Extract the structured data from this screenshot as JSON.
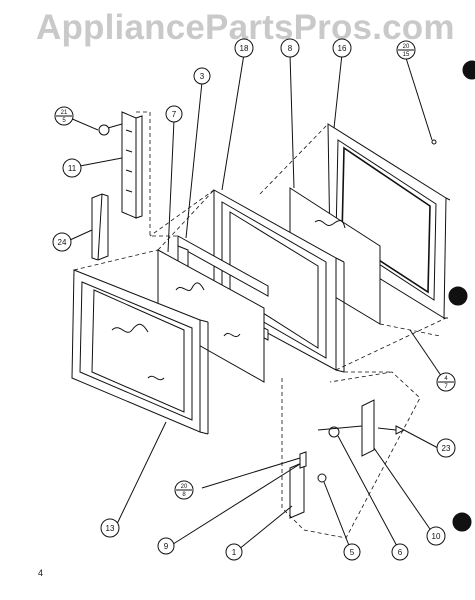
{
  "watermark": "AppliancePartsPros.com",
  "page_number": "4",
  "callouts": {
    "c18": "18",
    "c8": "8",
    "c16": "16",
    "c20a_top": "20",
    "c20a_bottom": "15",
    "c3": "3",
    "c7": "7",
    "c21_top": "21",
    "c21_bottom": "5",
    "c11": "11",
    "c24": "24",
    "c4_top": "4",
    "c4_bottom": "7",
    "c23": "23",
    "c20b_top": "20",
    "c20b_bottom": "8",
    "c13": "13",
    "c9": "9",
    "c1": "1",
    "c5": "5",
    "c6": "6",
    "c10": "10"
  }
}
